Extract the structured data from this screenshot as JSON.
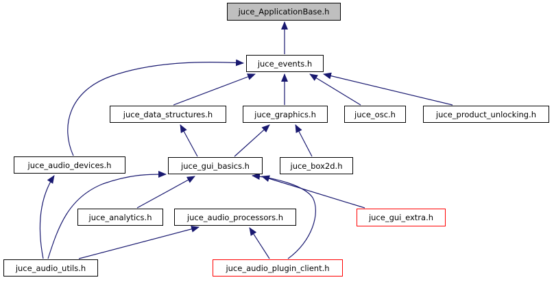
{
  "diagram": {
    "kind": "include-dependency-graph",
    "background_color": "#ffffff",
    "edge_color": "#191970",
    "node_border_color": "#000000",
    "truncated_node_border_color": "#ff0000",
    "current_node_fill": "#bfbfbf",
    "nodes": [
      {
        "id": "app_base",
        "label": "juce_ApplicationBase.h",
        "style": "current"
      },
      {
        "id": "events",
        "label": "juce_events.h",
        "style": "normal"
      },
      {
        "id": "data_structures",
        "label": "juce_data_structures.h",
        "style": "normal"
      },
      {
        "id": "graphics",
        "label": "juce_graphics.h",
        "style": "normal"
      },
      {
        "id": "osc",
        "label": "juce_osc.h",
        "style": "normal"
      },
      {
        "id": "product_unlocking",
        "label": "juce_product_unlocking.h",
        "style": "normal"
      },
      {
        "id": "audio_devices",
        "label": "juce_audio_devices.h",
        "style": "normal"
      },
      {
        "id": "gui_basics",
        "label": "juce_gui_basics.h",
        "style": "normal"
      },
      {
        "id": "box2d",
        "label": "juce_box2d.h",
        "style": "normal"
      },
      {
        "id": "analytics",
        "label": "juce_analytics.h",
        "style": "normal"
      },
      {
        "id": "audio_processors",
        "label": "juce_audio_processors.h",
        "style": "normal"
      },
      {
        "id": "gui_extra",
        "label": "juce_gui_extra.h",
        "style": "truncated"
      },
      {
        "id": "audio_utils",
        "label": "juce_audio_utils.h",
        "style": "normal"
      },
      {
        "id": "plugin_client",
        "label": "juce_audio_plugin_client.h",
        "style": "truncated"
      }
    ],
    "edges": [
      {
        "from": "events",
        "to": "app_base"
      },
      {
        "from": "data_structures",
        "to": "events"
      },
      {
        "from": "graphics",
        "to": "events"
      },
      {
        "from": "osc",
        "to": "events"
      },
      {
        "from": "product_unlocking",
        "to": "events"
      },
      {
        "from": "audio_devices",
        "to": "events"
      },
      {
        "from": "gui_basics",
        "to": "data_structures"
      },
      {
        "from": "gui_basics",
        "to": "graphics"
      },
      {
        "from": "box2d",
        "to": "graphics"
      },
      {
        "from": "analytics",
        "to": "gui_basics"
      },
      {
        "from": "audio_utils",
        "to": "gui_basics"
      },
      {
        "from": "audio_utils",
        "to": "audio_devices"
      },
      {
        "from": "audio_utils",
        "to": "audio_processors"
      },
      {
        "from": "plugin_client",
        "to": "audio_processors"
      },
      {
        "from": "plugin_client",
        "to": "gui_basics"
      },
      {
        "from": "gui_extra",
        "to": "gui_basics"
      }
    ]
  }
}
